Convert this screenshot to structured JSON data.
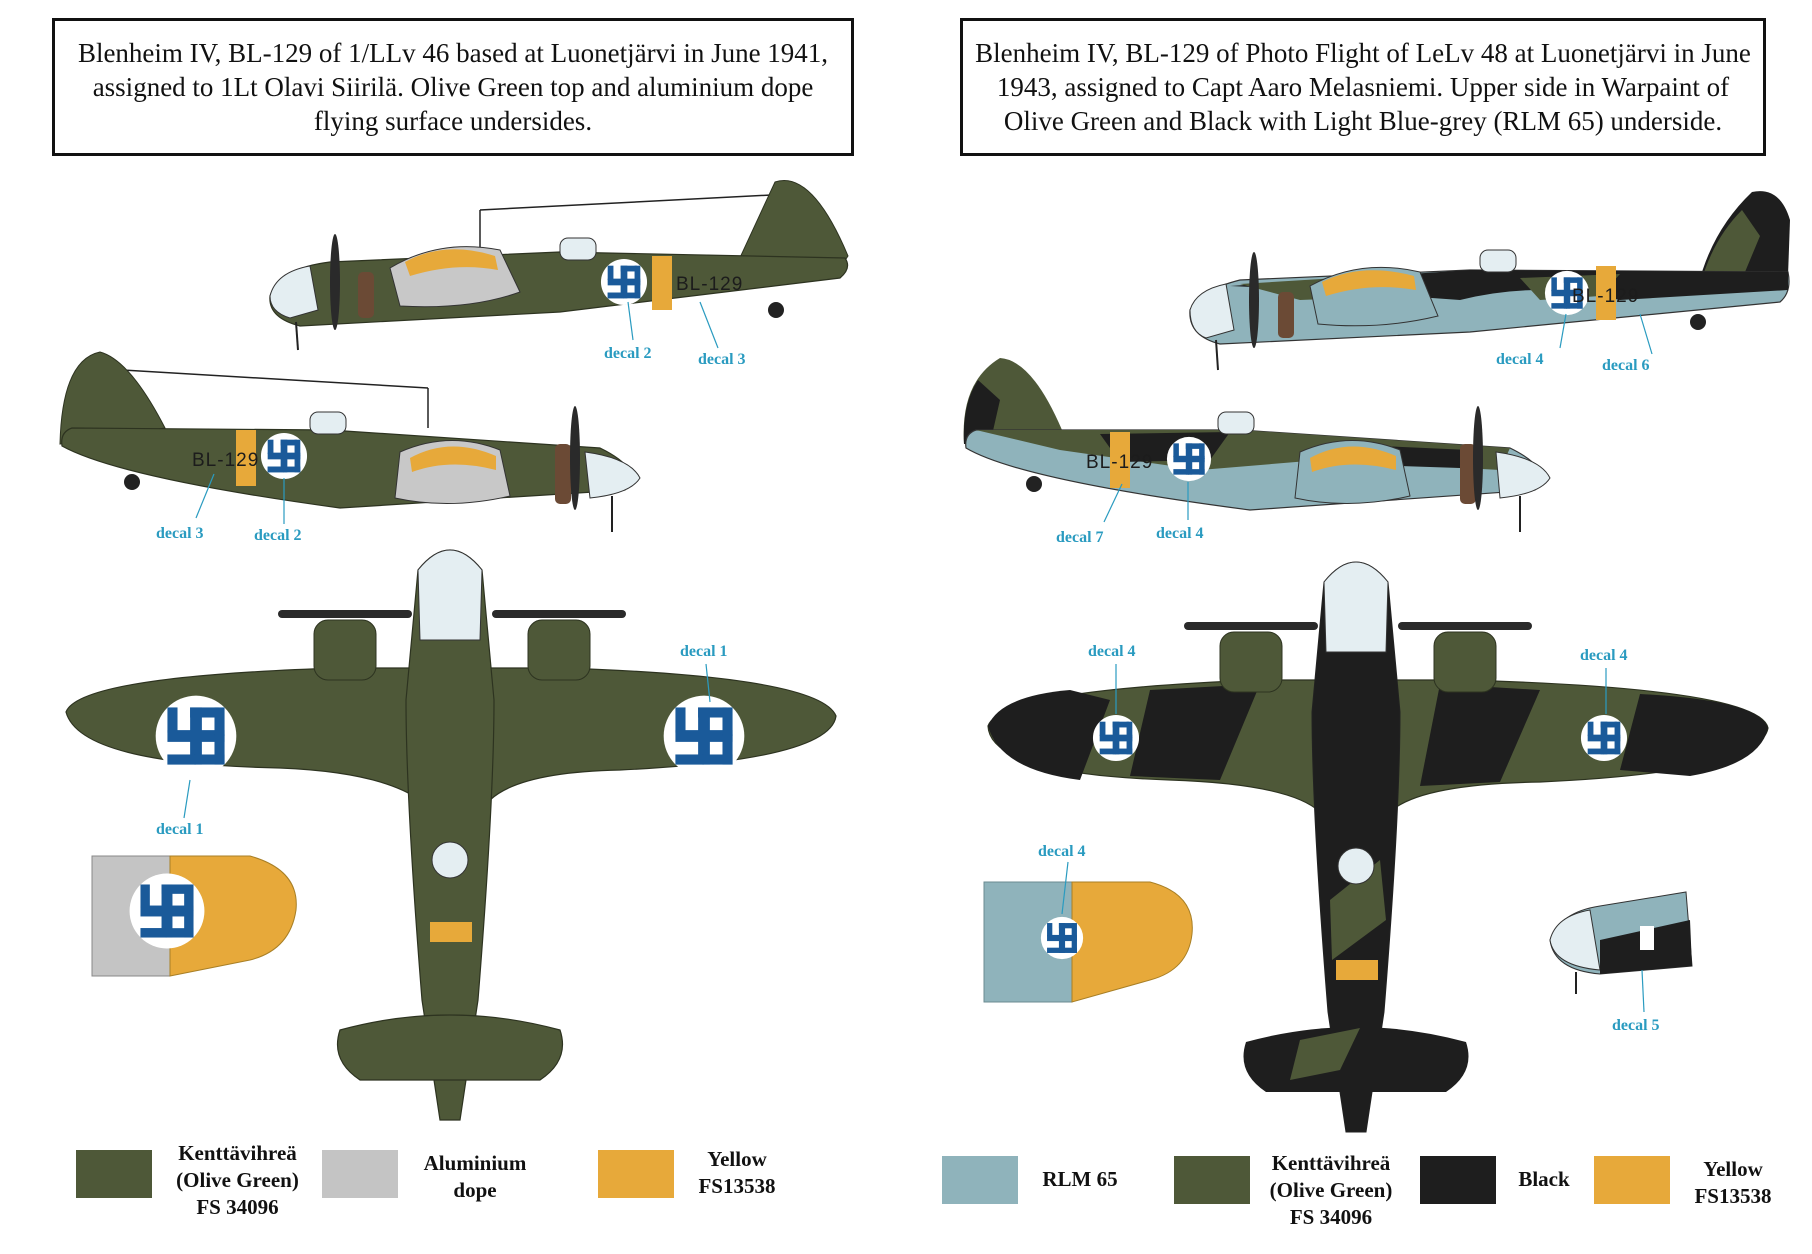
{
  "colors": {
    "olive_green": "#4e5838",
    "aluminium_dope": "#c4c4c4",
    "yellow": "#e7a93a",
    "rlm65": "#8fb3bb",
    "black": "#1e1e1e",
    "roundel_blue": "#1a5a9a",
    "decal_label": "#2a9bc0"
  },
  "left": {
    "caption": "Blenheim IV, BL-129 of 1/LLv 46 based at Luonetjärvi in June 1941, assigned to 1Lt Olavi Siirilä. Olive Green top and aluminium dope flying surface undersides.",
    "side1": {
      "code": "BL-129",
      "decal_a": "decal 2",
      "decal_b": "decal 3"
    },
    "side2": {
      "code": "BL-129",
      "decal_a": "decal 3",
      "decal_b": "decal 2"
    },
    "top": {
      "decal_right": "decal 1",
      "decal_left": "decal 1"
    },
    "legend": [
      {
        "label": "Kenttävihreä\n(Olive Green)\nFS 34096",
        "color": "#4e5838"
      },
      {
        "label": "Aluminium\ndope",
        "color": "#c4c4c4"
      },
      {
        "label": "Yellow\nFS13538",
        "color": "#e7a93a"
      }
    ]
  },
  "right": {
    "caption": "Blenheim IV, BL-129 of Photo Flight of LeLv 48 at Luonetjärvi in June 1943, assigned to Capt Aaro Melasniemi. Upper side in Warpaint of Olive Green and Black with Light Blue-grey (RLM 65) underside.",
    "side1": {
      "code": "BL-129",
      "decal_a": "decal 4",
      "decal_b": "decal 6"
    },
    "side2": {
      "code": "BL-129",
      "decal_a": "decal 7",
      "decal_b": "decal 4"
    },
    "top": {
      "decal_left": "decal 4",
      "decal_right": "decal 4",
      "decal_under": "decal 4"
    },
    "nose_detail": {
      "decal": "decal 5"
    },
    "legend": [
      {
        "label": "RLM 65",
        "color": "#8fb3bb"
      },
      {
        "label": "Kenttävihreä\n(Olive Green)\nFS 34096",
        "color": "#4e5838"
      },
      {
        "label": "Black",
        "color": "#1e1e1e"
      },
      {
        "label": "Yellow\nFS13538",
        "color": "#e7a93a"
      }
    ]
  }
}
